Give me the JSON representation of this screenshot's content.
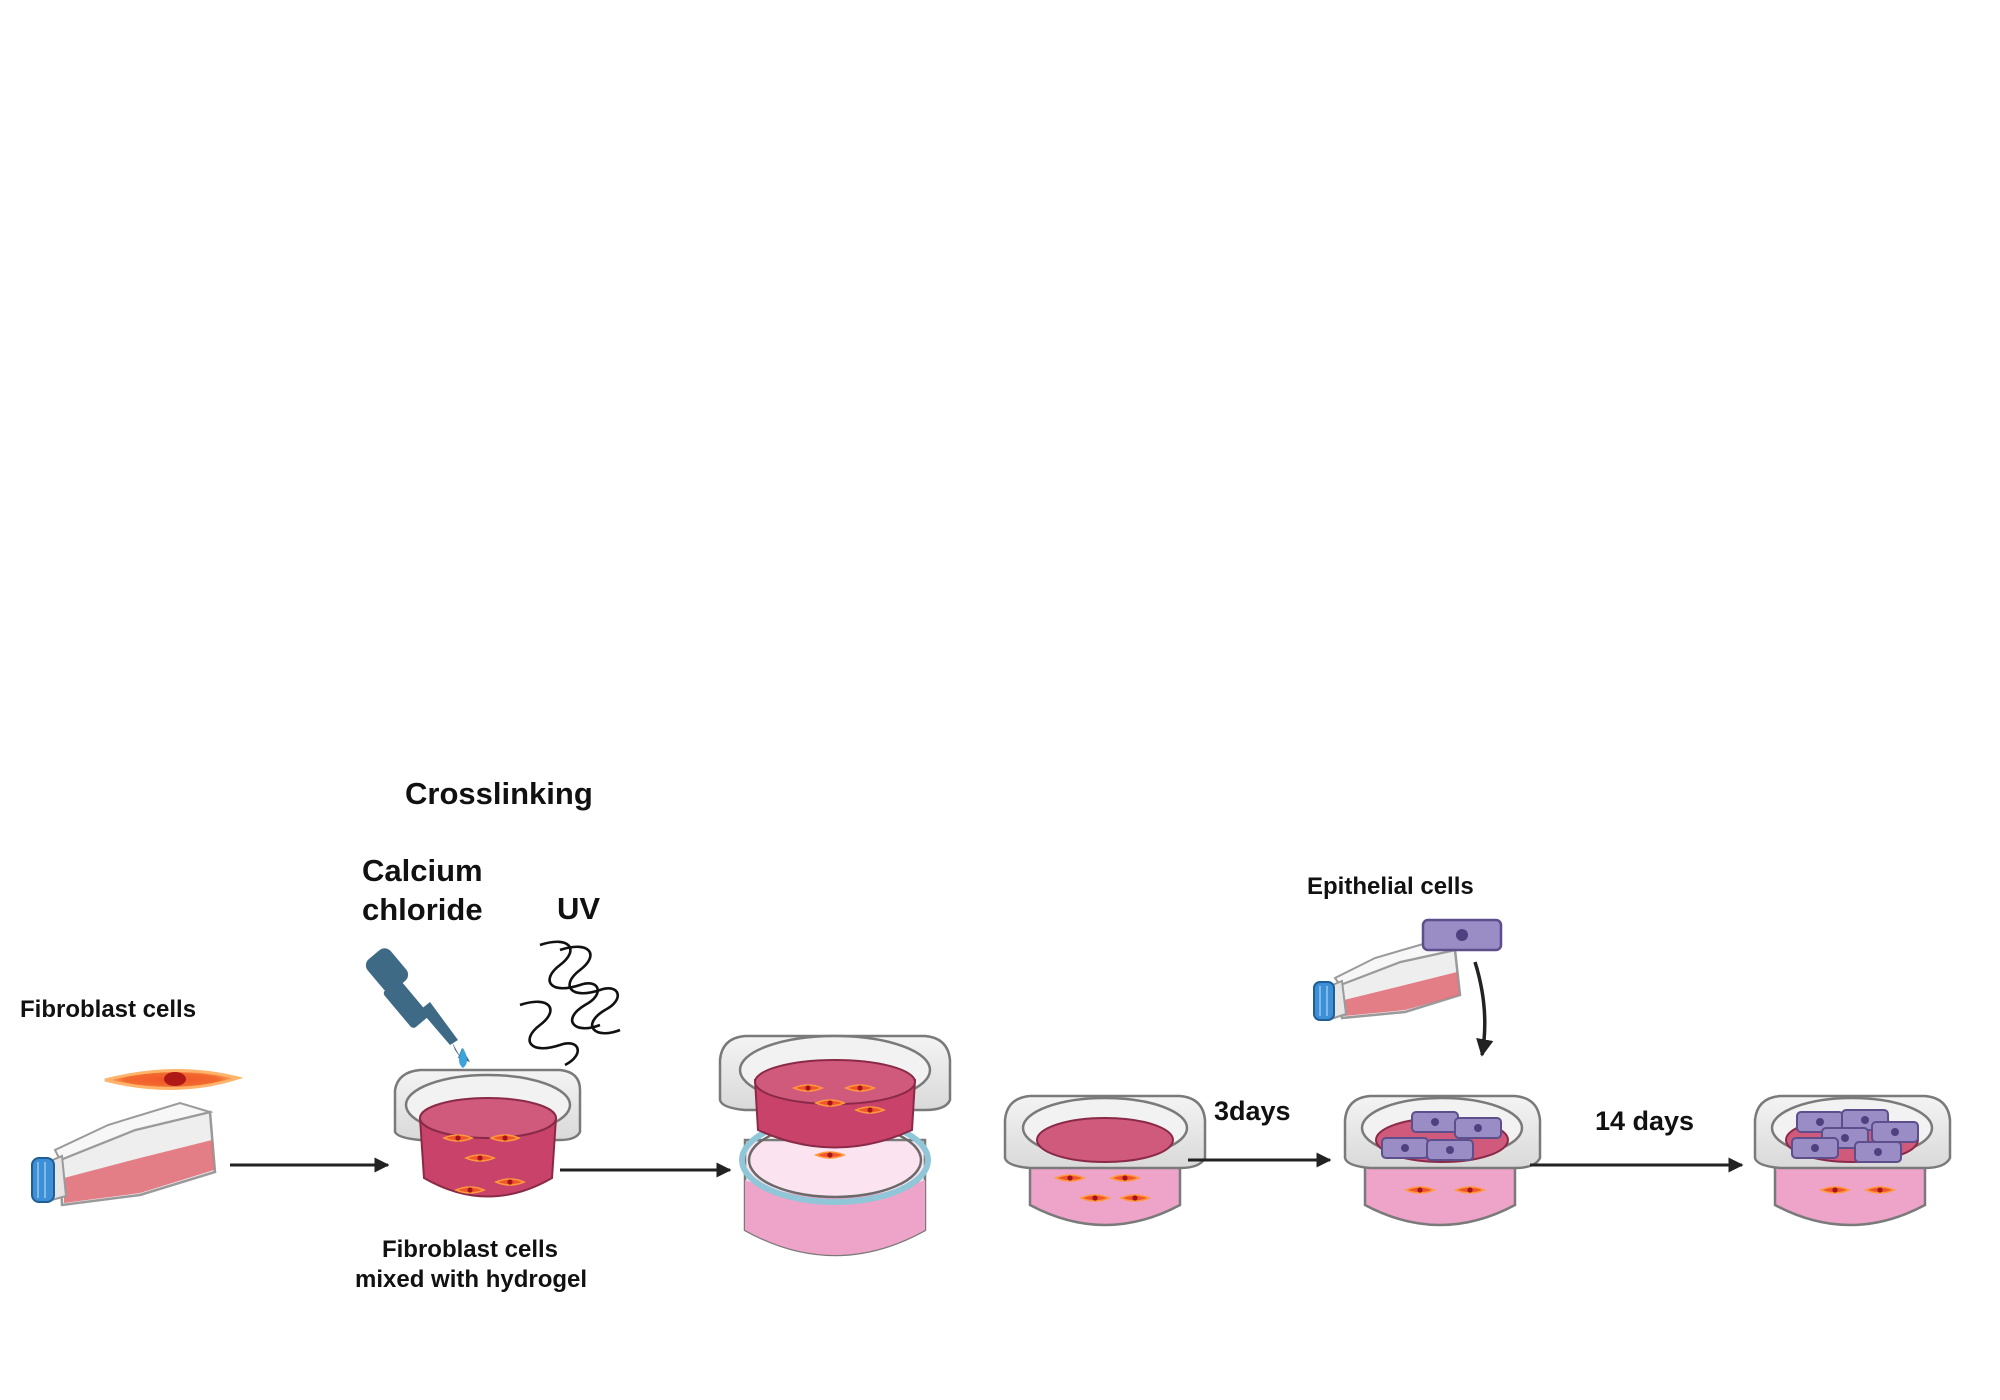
{
  "labels": {
    "crosslinking": "Crosslinking",
    "calcium_line1": "Calcium",
    "calcium_line2": "chloride",
    "uv": "UV",
    "fibroblast_cells": "Fibroblast cells",
    "mixed_line1": "Fibroblast cells",
    "mixed_line2": "mixed with hydrogel",
    "epithelial_cells": "Epithelial cells",
    "three_days": "3days",
    "fourteen_days": "14 days"
  },
  "colors": {
    "flask_cap": "#3d8fd6",
    "medium_red": "#e06a74",
    "hydrogel": "#c9426a",
    "pink_medium": "#eea3c9",
    "fibroblast": "#f2542d",
    "epithelial": "#9a8cc4",
    "dropper": "#3e6a86",
    "arrow": "#222222"
  },
  "icons": {
    "flask": "culture-flask-icon",
    "fibroblast": "fibroblast-cell-icon",
    "epithelial": "epithelial-cell-icon",
    "dropper": "dropper-icon",
    "uv": "uv-waves-icon",
    "insert": "cell-culture-insert-icon"
  }
}
